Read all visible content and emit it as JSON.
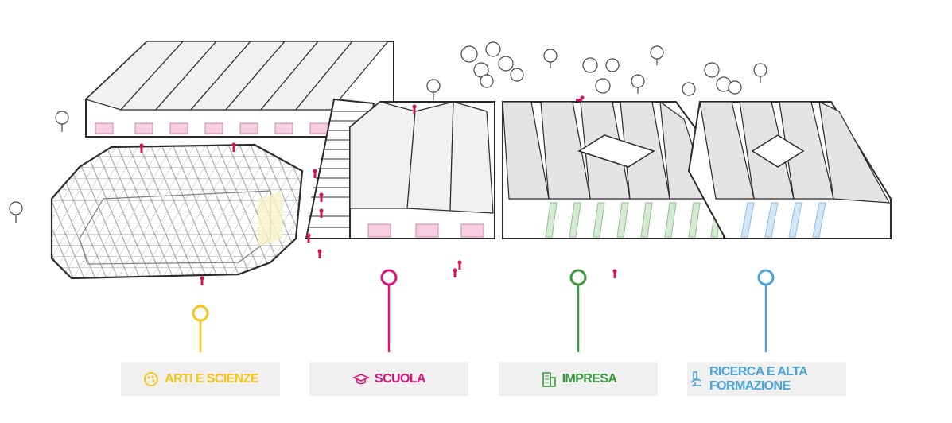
{
  "colors": {
    "arti": "#f5c518",
    "scuola": "#e0127e",
    "impresa": "#3a9a3f",
    "ricerca": "#4aa3d9",
    "outline": "#2b2b2b",
    "roof_light": "#f1f1f1",
    "roof_shade": "#d6d6d6",
    "window_pink": "#f7cde2",
    "window_green": "#d6ecd2",
    "window_blue": "#d3e6f5"
  },
  "legend": [
    {
      "id": "arti",
      "label": "ARTI E SCIENZE",
      "icon": "palette-icon"
    },
    {
      "id": "scuola",
      "label": "SCUOLA",
      "icon": "graduation-cap-icon"
    },
    {
      "id": "impresa",
      "label": "IMPRESA",
      "icon": "office-building-icon"
    },
    {
      "id": "ricerca",
      "label": "RICERCA E ALTA FORMAZIONE",
      "icon": "microscope-icon"
    }
  ]
}
